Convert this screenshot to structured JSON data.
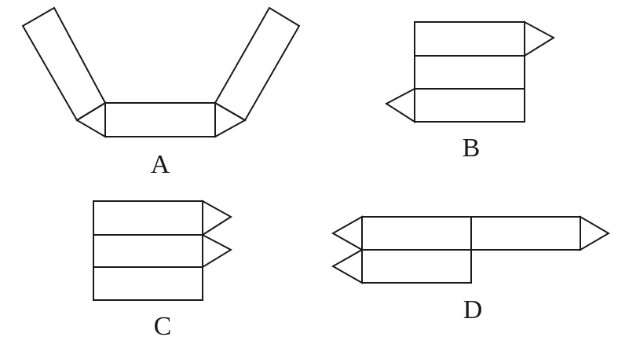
{
  "options": {
    "a": {
      "label": "A"
    },
    "b": {
      "label": "B"
    },
    "c": {
      "label": "C"
    },
    "d": {
      "label": "D"
    }
  },
  "colors": {
    "ink": "#1a1a1a",
    "background": "#ffffff"
  }
}
